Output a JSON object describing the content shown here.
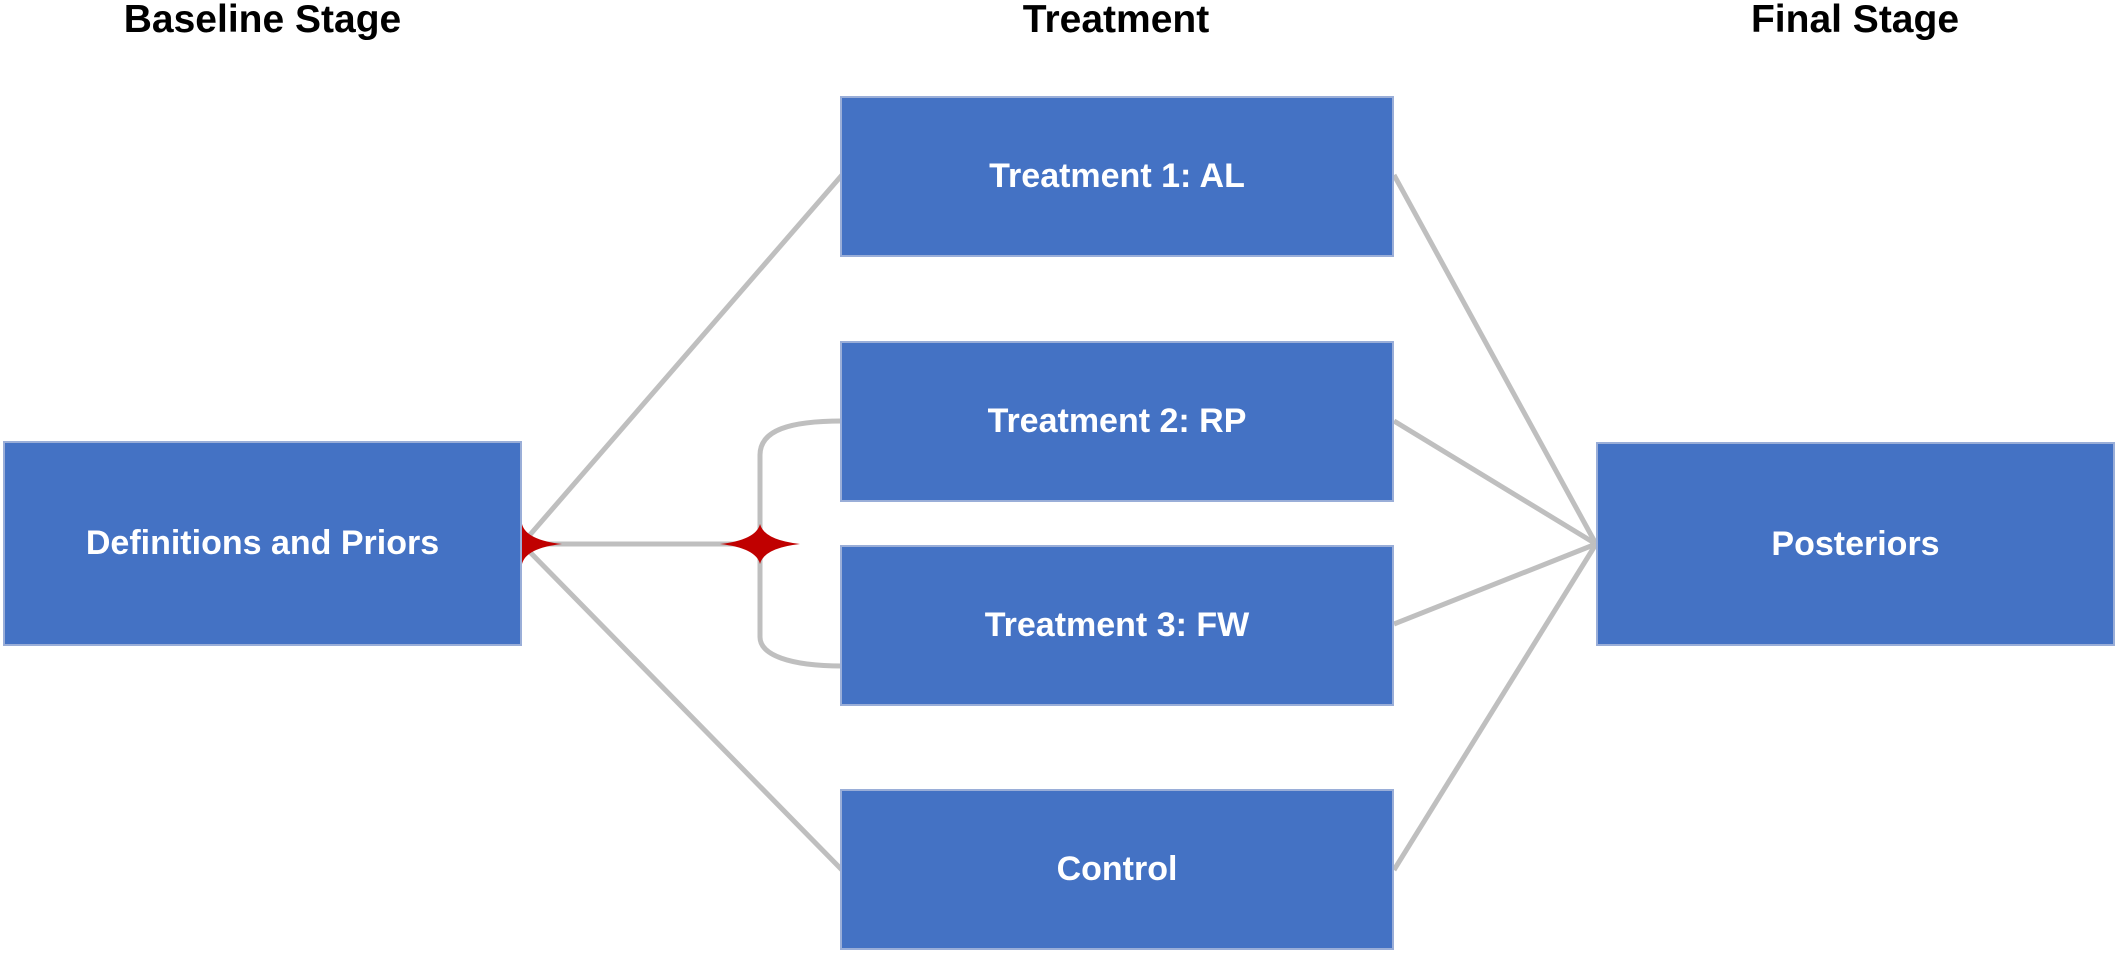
{
  "stages": {
    "baseline": "Baseline Stage",
    "treatment": "Treatment",
    "final": "Final Stage"
  },
  "nodes": {
    "definitions": "Definitions and Priors",
    "treatment1": "Treatment 1: AL",
    "treatment2": "Treatment 2: RP",
    "treatment3": "Treatment 3: FW",
    "control": "Control",
    "posteriors": "Posteriors"
  },
  "colors": {
    "box_fill": "#4472c4",
    "connector": "#bfbfbf",
    "marker": "#c00000"
  }
}
